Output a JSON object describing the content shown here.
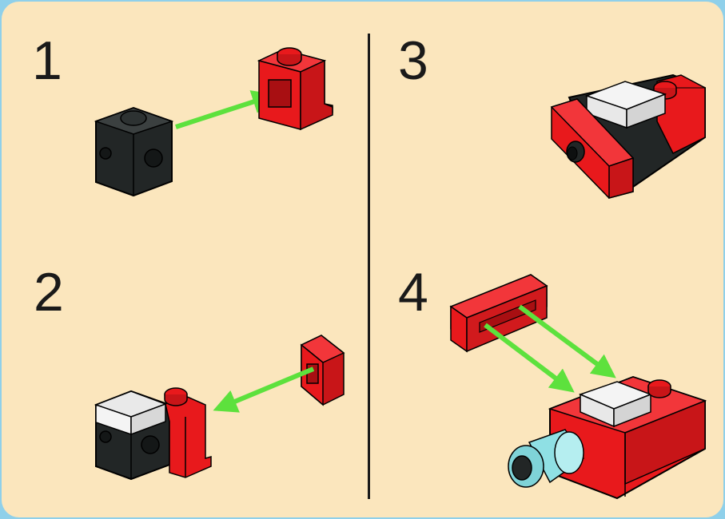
{
  "steps": [
    {
      "number": "1"
    },
    {
      "number": "2"
    },
    {
      "number": "3"
    },
    {
      "number": "4"
    }
  ],
  "colors": {
    "background_panel": "#fbe6bd",
    "border": "#8fd0ea",
    "brick_red": "#e8191c",
    "brick_black": "#222626",
    "tile_white": "#f4f4f4",
    "lens_cyan": "#8fe0e4",
    "arrow_green": "#5de13d"
  }
}
